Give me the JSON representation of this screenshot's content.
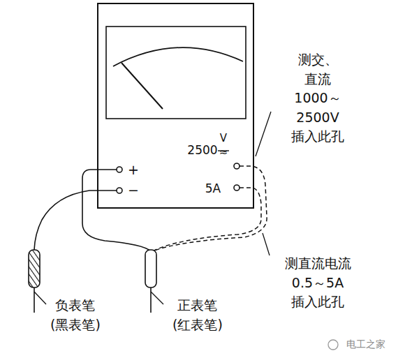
{
  "diagram": {
    "labels": [
      "+",
      "−",
      "2500",
      "V",
      "≈",
      "5A",
      "测交、直流 1000～2500V 插入此孔",
      "测直流电流 0.5～5A 插入此孔",
      "负表笔 (黑表笔)",
      "正表笔 (红表笔)",
      "电工之家"
    ]
  }
}
